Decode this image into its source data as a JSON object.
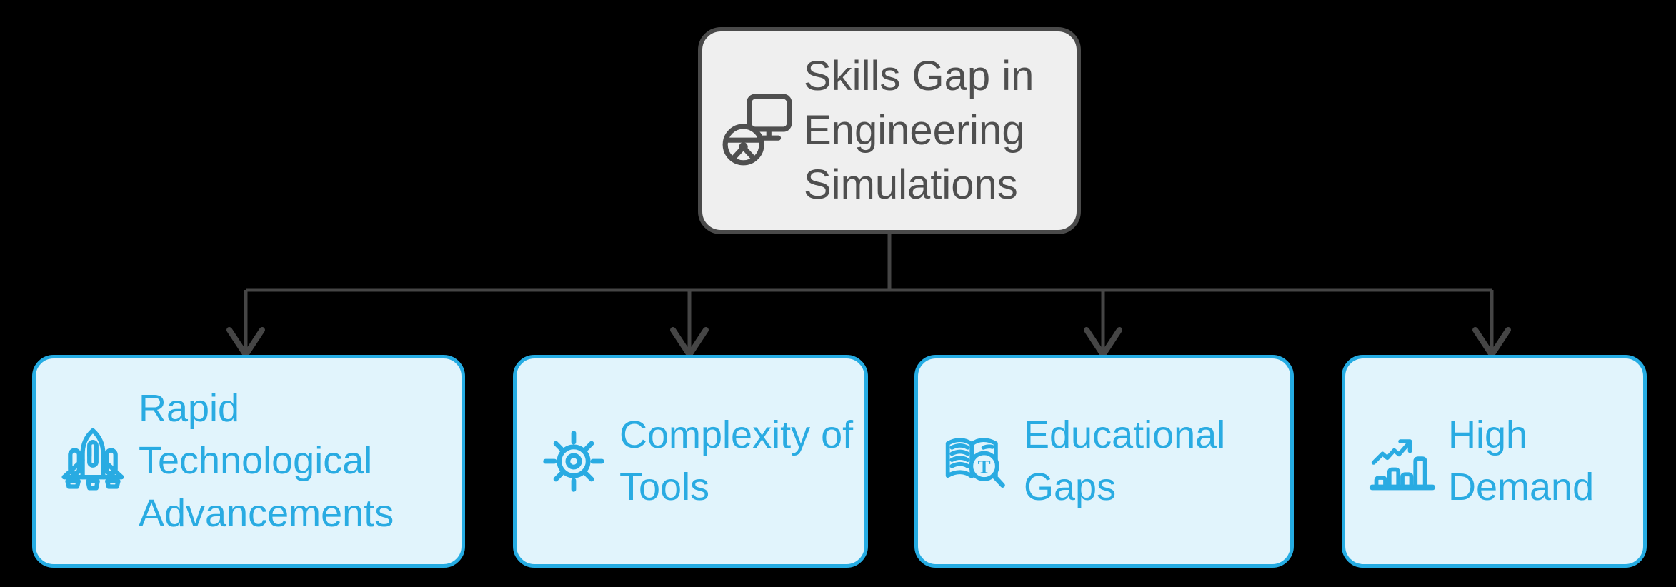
{
  "diagram": {
    "type": "flowchart-top-down",
    "background_color": "#000000",
    "root": {
      "label": "Skills Gap in Engineering Simulations",
      "icon": "driving-simulator-icon",
      "fill_color": "#efefef",
      "border_color": "#4a4a4a",
      "text_color": "#4f4f4f"
    },
    "connector": {
      "color": "#454545",
      "arrow_style": "chevron-down"
    },
    "children": [
      {
        "label": "Rapid Technological Advancements",
        "icon": "space-shuttle-icon"
      },
      {
        "label": "Complexity of Tools",
        "icon": "gear-icon"
      },
      {
        "label": "Educational Gaps",
        "icon": "book-search-icon"
      },
      {
        "label": "High Demand",
        "icon": "growth-chart-icon"
      }
    ],
    "child_style": {
      "fill_color": "#e1f4fc",
      "border_color": "#25ace3",
      "text_color": "#29abe2"
    },
    "magnifier_letter": "T"
  }
}
